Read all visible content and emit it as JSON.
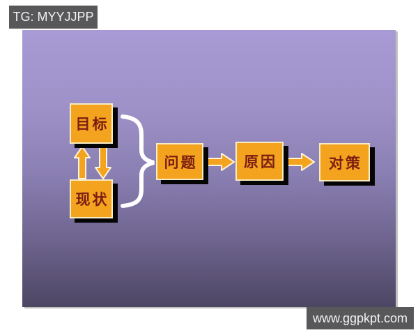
{
  "watermarks": {
    "top_left": "TG: MYYJJPP",
    "bottom_right": "www.ggpkpt.com"
  },
  "diagram": {
    "type": "flowchart",
    "nodes": [
      {
        "id": "goal",
        "label": "目标"
      },
      {
        "id": "current-state",
        "label": "现状"
      },
      {
        "id": "problem",
        "label": "问题"
      },
      {
        "id": "cause",
        "label": "原因"
      },
      {
        "id": "countermeasure",
        "label": "对策"
      }
    ],
    "connectors": [
      {
        "type": "up-arrow",
        "from": "current-state",
        "to": "goal"
      },
      {
        "type": "down-arrow",
        "from": "goal",
        "to": "current-state"
      },
      {
        "type": "curly-brace",
        "from": [
          "goal",
          "current-state"
        ],
        "to": "problem"
      },
      {
        "type": "right-arrow",
        "from": "problem",
        "to": "cause"
      },
      {
        "type": "right-arrow",
        "from": "cause",
        "to": "countermeasure"
      }
    ],
    "colors": {
      "node_fill": "#f3a31e",
      "node_border": "#f8ecc4",
      "node_text": "#7b1d12",
      "node_shadow": "#050505",
      "connector_fill": "#f3a31e",
      "connector_outline": "#fdf4da",
      "brace_stroke": "#ffffff",
      "background_top": "#a89bd5",
      "background_bottom": "#4d4663",
      "watermark_background": "#58575a",
      "watermark_text": "#f2f2f2"
    }
  }
}
